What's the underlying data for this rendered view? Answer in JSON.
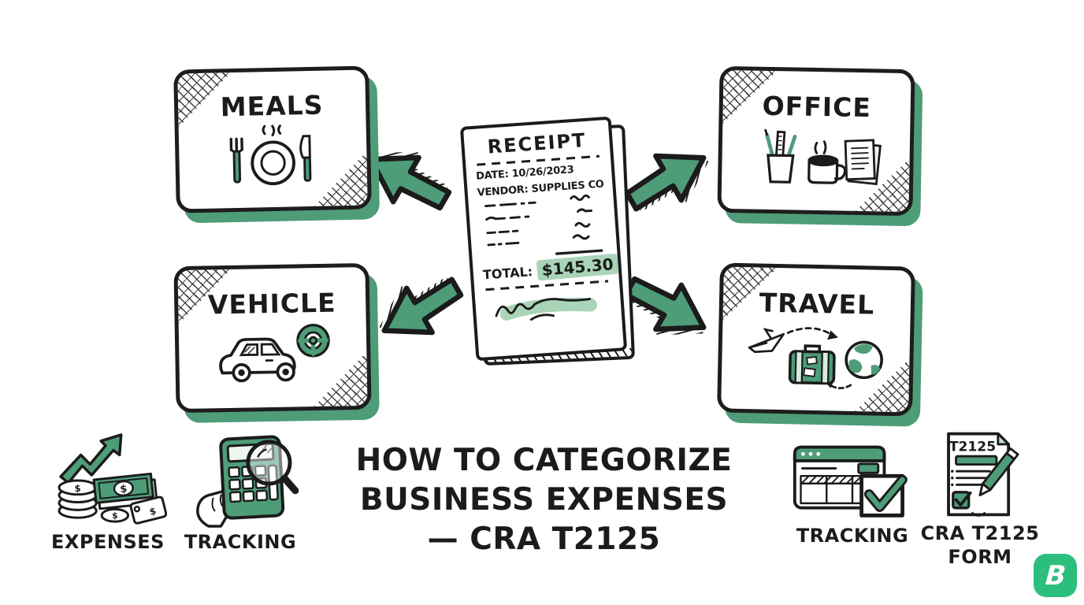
{
  "palette": {
    "green": "#4E9C78",
    "green_light": "#A9D4B8",
    "logo_green": "#2CBE7C",
    "ink": "#1B1B1B"
  },
  "categories": {
    "meals": {
      "label": "MEALS"
    },
    "office": {
      "label": "OFFICE"
    },
    "vehicle": {
      "label": "VEHICLE"
    },
    "travel": {
      "label": "TRAVEL"
    }
  },
  "receipt": {
    "title": "RECEIPT",
    "date": "DATE: 10/26/2023",
    "vendor": "VENDOR: SUPPLIES CO",
    "total_label": "TOTAL:",
    "total_value": "$145.30"
  },
  "title": {
    "line1": "HOW TO CATEGORIZE",
    "line2": "BUSINESS EXPENSES",
    "line3": "— CRA T2125"
  },
  "footer": {
    "expenses_label": "EXPENSES",
    "tracking_left_label": "TRACKING",
    "tracking_right_label": "TRACKING",
    "form_label_line1": "CRA T2125",
    "form_label_line2": "FORM",
    "form_badge": "T2125"
  },
  "logo": {
    "letter": "B"
  }
}
